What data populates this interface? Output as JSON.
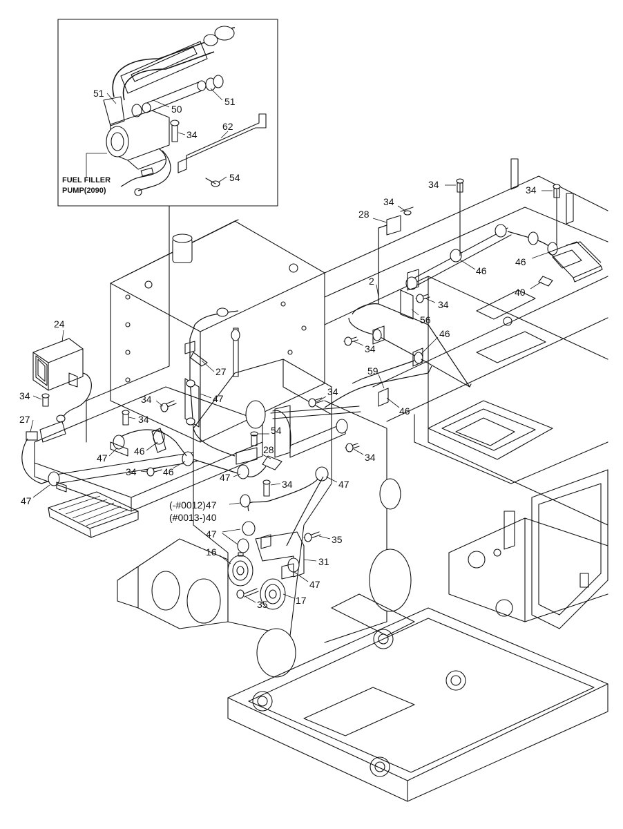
{
  "callouts": {
    "c51a": "51",
    "c50": "50",
    "c51b": "51",
    "c62": "62",
    "c34_inset": "34",
    "c54_inset": "54",
    "c24": "24",
    "c34_lamp": "34",
    "c27_left": "27",
    "c34_l1": "34",
    "c34_l2": "34",
    "c46_l1": "46",
    "c46_l2": "46",
    "c34_l3": "34",
    "c47_l1": "47",
    "c47_l2": "47",
    "c47_l3": "47",
    "c27_mid": "27",
    "c47_mid": "47",
    "c47_var": "(-#0012)47",
    "c40_var": "(#0013-)40",
    "c54_mid": "54",
    "c28_mid": "28",
    "c34_mid1": "34",
    "c34_mid2": "34",
    "c47_c1": "47",
    "c47_c2": "47",
    "c47_c3": "47",
    "c16": "16",
    "c17": "17",
    "c31": "31",
    "c35_a": "35",
    "c35_b": "35",
    "c59": "59",
    "c46_c1": "46",
    "c46_c2": "46",
    "c34_c1": "34",
    "c34_c2": "34",
    "c28_top": "28",
    "c34_top": "34",
    "c2": "2",
    "c34_r1": "34",
    "c56": "56",
    "c34_r2": "34",
    "c46_r1": "46",
    "c34_r3": "34",
    "c46_r2": "46",
    "c40_r": "40"
  },
  "inset": {
    "label_line1": "FUEL FILLER",
    "label_line2": "PUMP(2090)"
  }
}
